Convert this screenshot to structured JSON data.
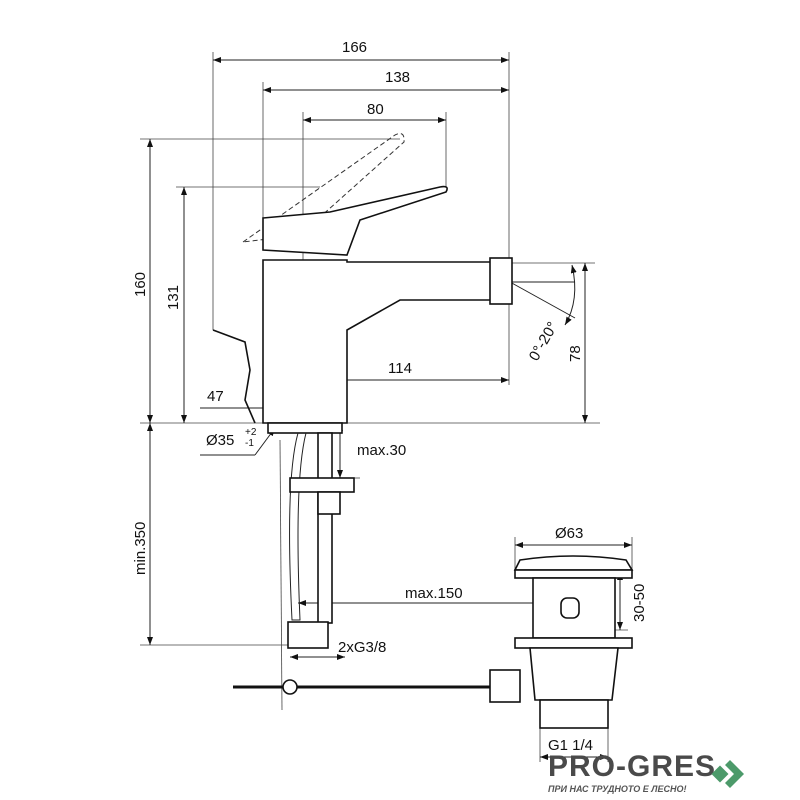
{
  "dimensions": {
    "width_166": "166",
    "width_138": "138",
    "width_80": "80",
    "height_160": "160",
    "height_131": "131",
    "base_47": "47",
    "reach_114": "114",
    "height_78": "78",
    "angle": "0°-20°",
    "dia_35": "Ø35",
    "tol_plus": "+2",
    "tol_minus": "-1",
    "max_30": "max.30",
    "min_350": "min.350",
    "max_150": "max.150",
    "thread_hose": "2xG3/8",
    "dia_63": "Ø63",
    "range_30_50": "30-50",
    "thread_waste": "G1 1/4"
  },
  "logo": {
    "name": "PRO-GRES",
    "tagline": "ПРИ НАС ТРУДНОТО Е ЛЕСНО!",
    "color_text": "#4a4a4a",
    "color_mark": "#4c9a6a"
  }
}
